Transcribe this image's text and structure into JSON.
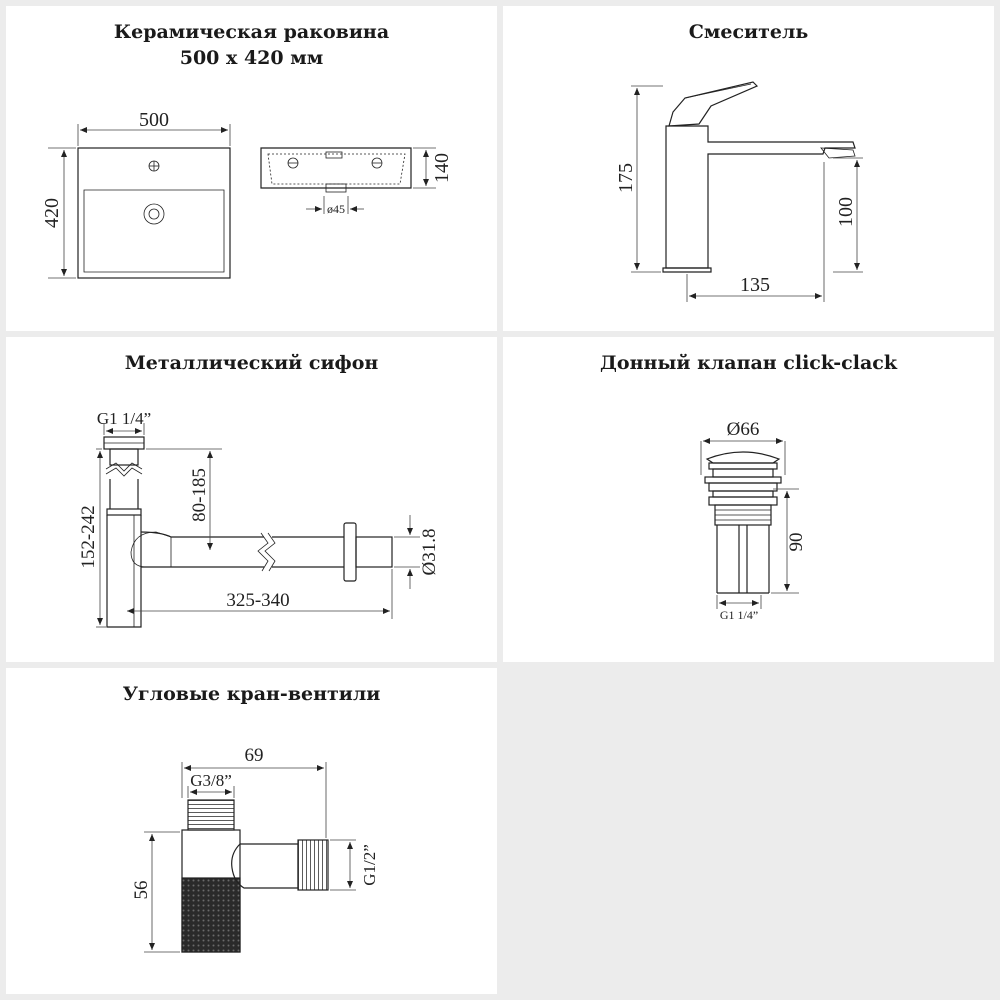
{
  "panels": {
    "sink": {
      "title_line1": "Керамическая раковина",
      "title_line2": "500 х 420 мм",
      "dim_width": "500",
      "dim_height": "420",
      "dim_depth": "140",
      "dim_drain": "ø45"
    },
    "faucet": {
      "title": "Смеситель",
      "dim_height": "175",
      "dim_spout_height": "100",
      "dim_reach": "135"
    },
    "siphon": {
      "title": "Металлический сифон",
      "dim_thread": "G1 1/4”",
      "dim_vertical": "80-185",
      "dim_total_height": "152-242",
      "dim_length": "325-340",
      "dim_diameter": "Ø31.8"
    },
    "drain_valve": {
      "title": "Донный клапан click-clack",
      "dim_diameter": "Ø66",
      "dim_height": "90",
      "dim_thread": "G1 1/4”"
    },
    "angle_valve": {
      "title": "Угловые кран-вентили",
      "dim_length": "69",
      "dim_thread_top": "G3/8”",
      "dim_height": "56",
      "dim_thread_side": "G1/2”"
    }
  },
  "colors": {
    "background": "#ececec",
    "panel": "#ffffff",
    "line": "#222222"
  }
}
